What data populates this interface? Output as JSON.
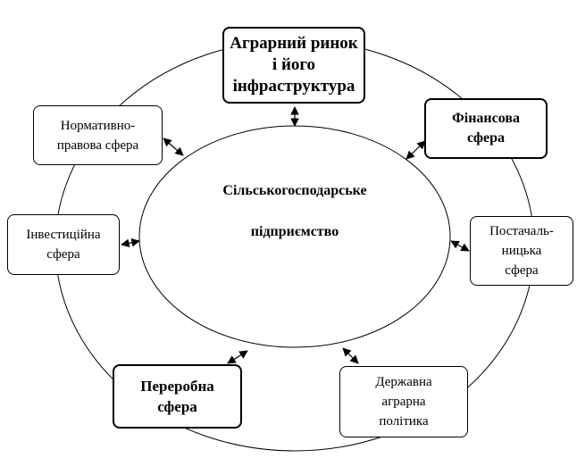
{
  "center": {
    "line1": "Сільськогосподарське",
    "line2": "підприємство"
  },
  "spheres": {
    "agrarian_market": [
      "Аграрний ринок",
      "і його",
      "інфраструктура"
    ],
    "financial": [
      "Фінансова",
      "сфера"
    ],
    "normative_legal": [
      "Нормативно-",
      "правова сфера"
    ],
    "investment": [
      "Інвестиційна",
      "сфера"
    ],
    "supply": [
      "Постачаль-",
      "ницька",
      "сфера"
    ],
    "processing": [
      "Переробна",
      "сфера"
    ],
    "state_policy": [
      "Державна",
      "аграрна",
      "політика"
    ]
  }
}
